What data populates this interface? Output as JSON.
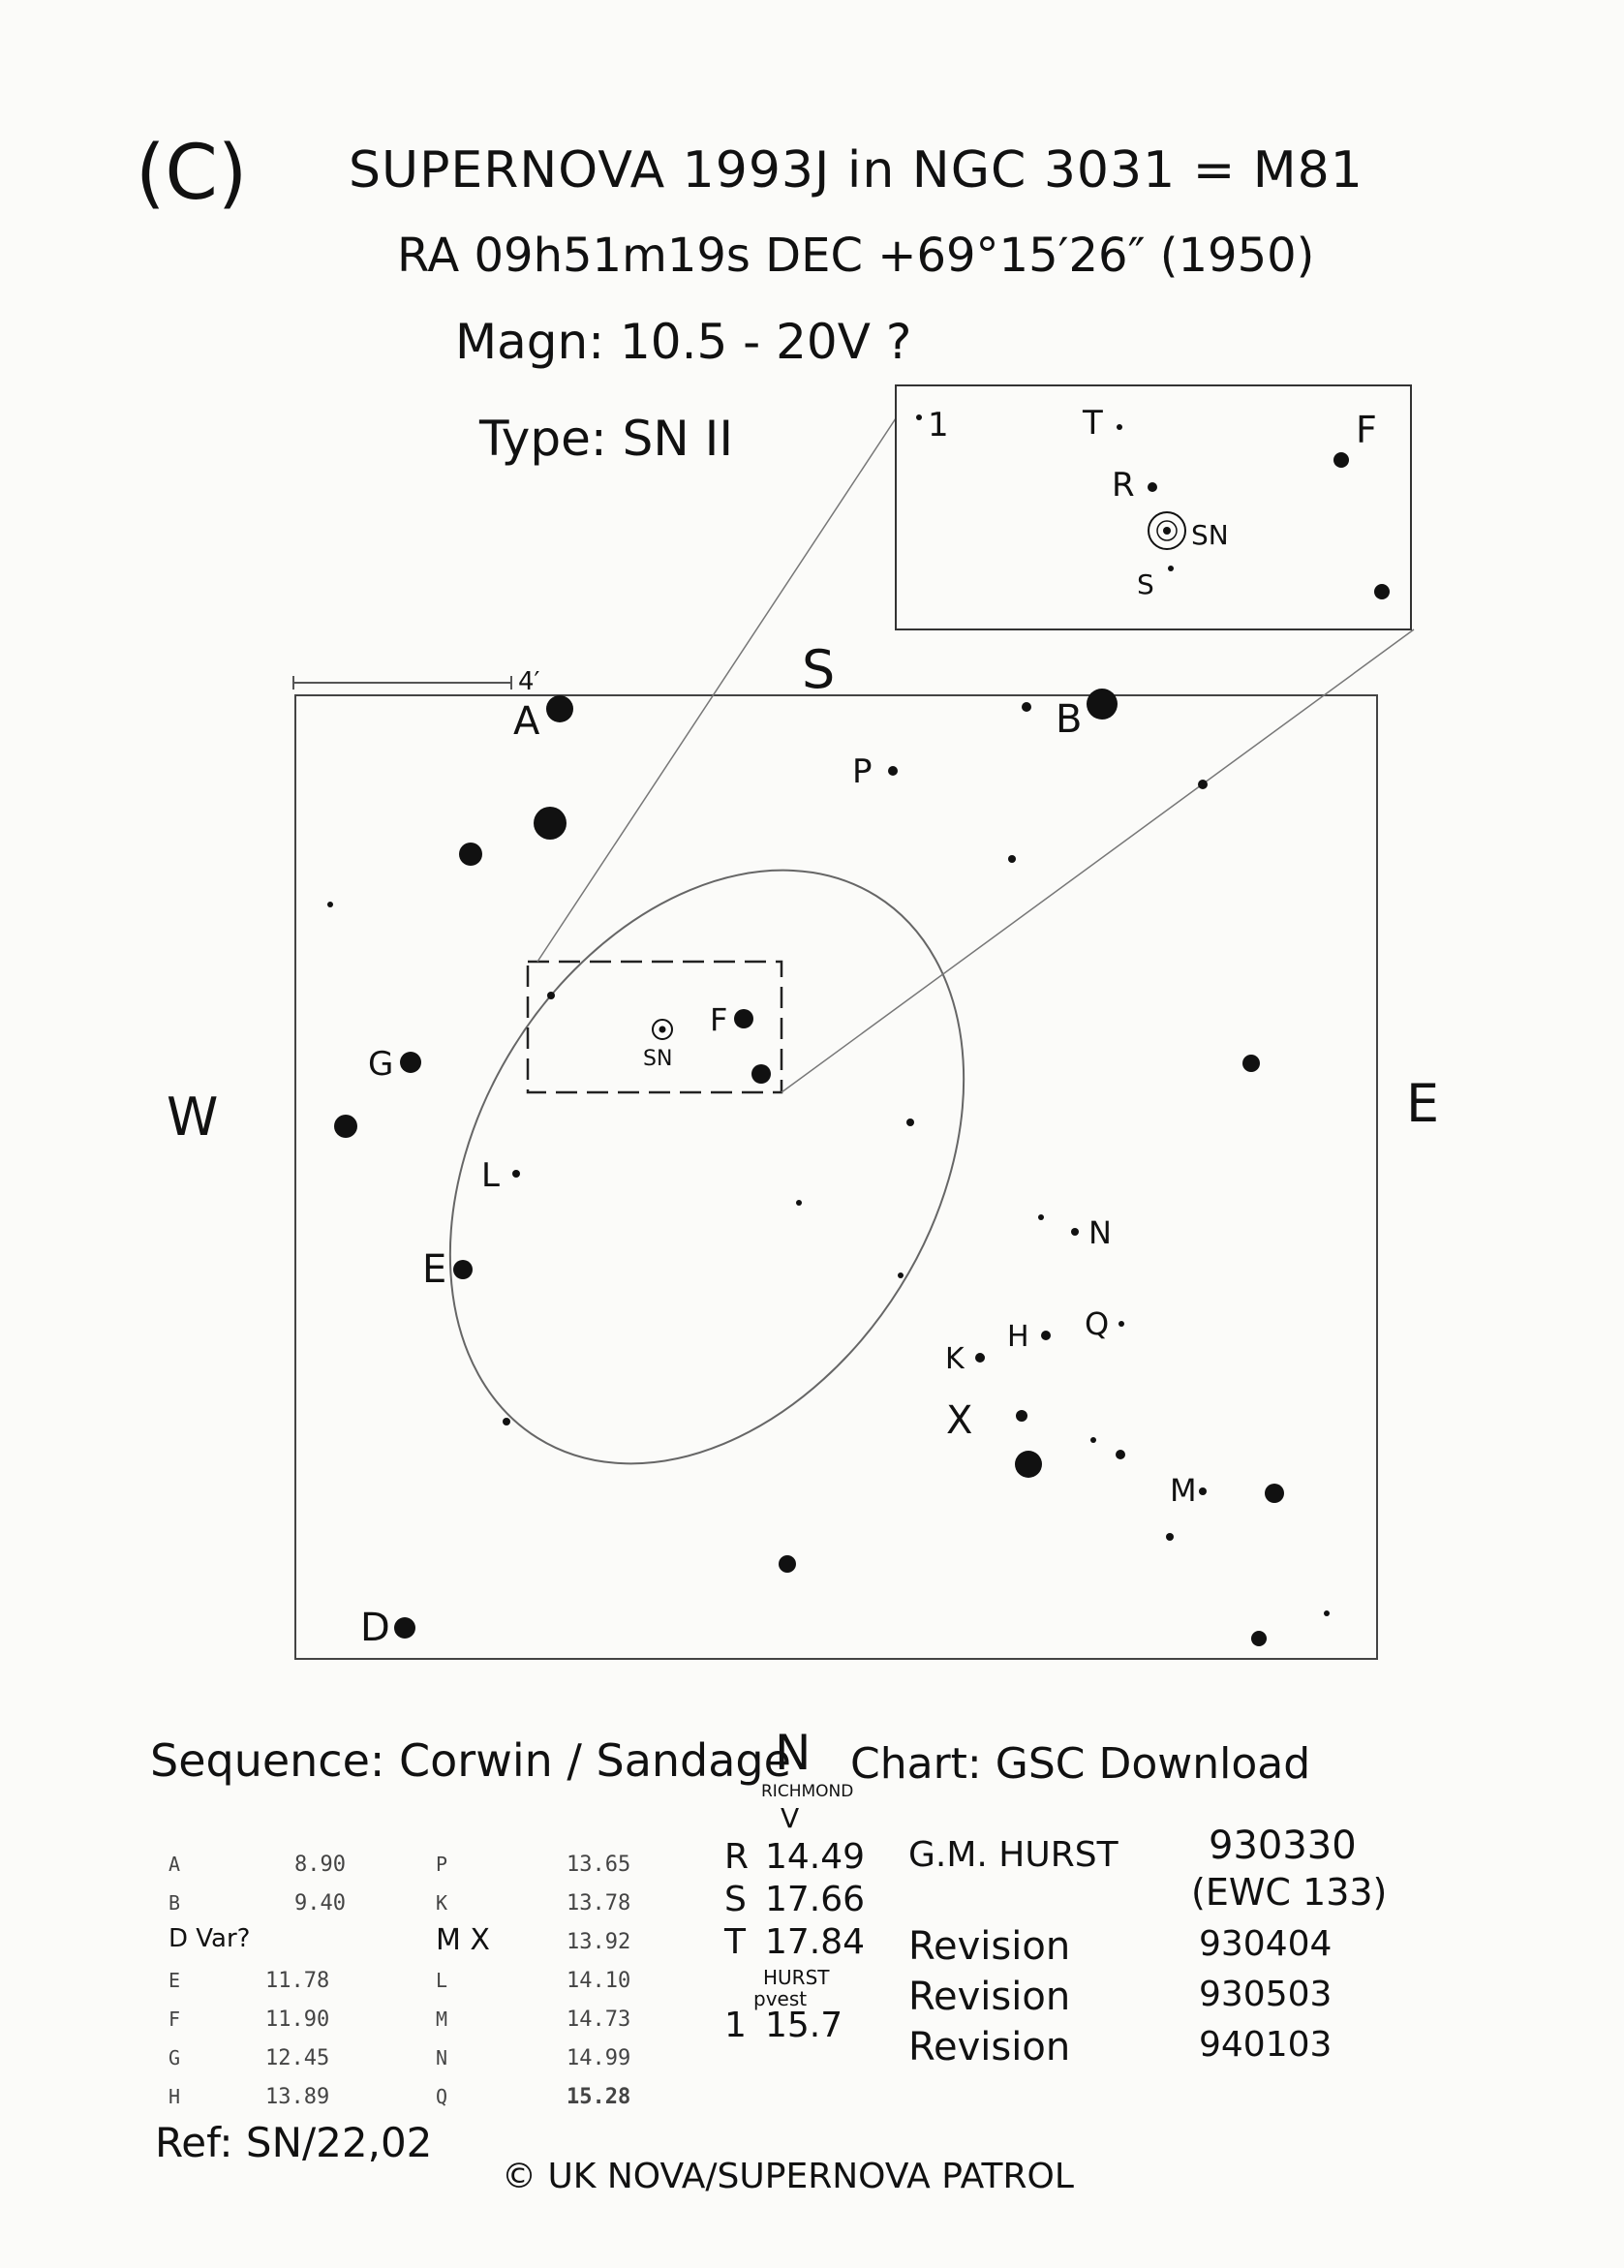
{
  "header": {
    "panel_label": "(C)",
    "title": "SUPERNOVA 1993J in NGC 3031 = M81",
    "coords": "RA 09h51m19s DEC +69°15′26″ (1950)",
    "magnitude": "Magn: 10.5 - 20V ?",
    "type": "Type: SN II"
  },
  "chart": {
    "compass": {
      "south": "S",
      "west": "W",
      "east": "E"
    },
    "scale_label": "4′",
    "sn_label": "SN",
    "star_labels": {
      "A": "A",
      "B": "B",
      "D": "D",
      "E": "E",
      "F": "F",
      "G": "G",
      "H": "H",
      "K": "K",
      "L": "L",
      "M": "M",
      "N": "N",
      "P": "P",
      "Q": "Q",
      "X": "X"
    },
    "inset_labels": {
      "one": "1",
      "T": "T",
      "R": "R",
      "S": "S",
      "F": "F",
      "SN": "SN"
    }
  },
  "footer": {
    "sequence": "Sequence: Corwin / Sandage",
    "north": "N",
    "chart_source": "Chart: GSC Download",
    "richmond": "RICHMOND",
    "v_label": "V",
    "hurst_label": "HURST",
    "pvest_label": "pvest",
    "author": "G.M. HURST",
    "date_main": "930330",
    "ewc": "(EWC 133)",
    "ref": "Ref: SN/22,02",
    "patrol": "© UK NOVA/SUPERNOVA PATROL"
  },
  "sequence_left": [
    {
      "id": "A",
      "mag": "8.90"
    },
    {
      "id": "B",
      "mag": "9.40"
    },
    {
      "id": "D Var?",
      "mag": ""
    },
    {
      "id": "E",
      "mag": "11.78"
    },
    {
      "id": "F",
      "mag": "11.90"
    },
    {
      "id": "G",
      "mag": "12.45"
    },
    {
      "id": "H",
      "mag": "13.89"
    }
  ],
  "sequence_mid": [
    {
      "id": "P",
      "mag": "13.65"
    },
    {
      "id": "K",
      "mag": "13.78"
    },
    {
      "id": "M X",
      "mag": "13.92"
    },
    {
      "id": "L",
      "mag": "14.10"
    },
    {
      "id": "M",
      "mag": "14.73"
    },
    {
      "id": "N",
      "mag": "14.99"
    },
    {
      "id": "Q",
      "mag": "15.28"
    }
  ],
  "sequence_right": [
    {
      "id": "R",
      "mag": "14.49"
    },
    {
      "id": "S",
      "mag": "17.66"
    },
    {
      "id": "T",
      "mag": "17.84"
    },
    {
      "id": "1",
      "mag": "15.7"
    }
  ],
  "revisions": [
    {
      "label": "Revision",
      "date": "930404"
    },
    {
      "label": "Revision",
      "date": "930503"
    },
    {
      "label": "Revision",
      "date": "940103"
    }
  ]
}
